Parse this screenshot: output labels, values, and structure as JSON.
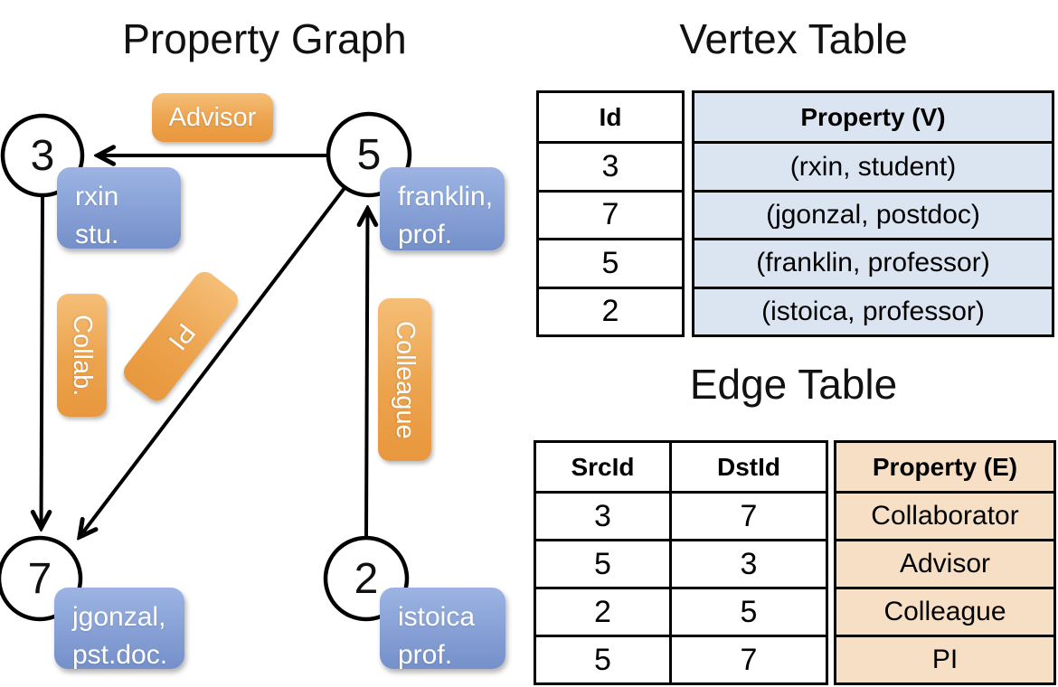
{
  "graph": {
    "title": "Property Graph",
    "nodes": {
      "n3": {
        "id": "3",
        "prop1": "rxin",
        "prop2": "stu."
      },
      "n5": {
        "id": "5",
        "prop1": "franklin,",
        "prop2": "prof."
      },
      "n7": {
        "id": "7",
        "prop1": "jgonzal,",
        "prop2": "pst.doc."
      },
      "n2": {
        "id": "2",
        "prop1": "istoica",
        "prop2": "prof."
      }
    },
    "edge_labels": {
      "advisor": "Advisor",
      "collab": "Collab.",
      "pi": "PI",
      "colleague": "Colleague"
    }
  },
  "vertex_table": {
    "title": "Vertex Table",
    "headers": {
      "id": "Id",
      "property": "Property (V)"
    },
    "rows": [
      {
        "id": "3",
        "property": "(rxin, student)"
      },
      {
        "id": "7",
        "property": "(jgonzal, postdoc)"
      },
      {
        "id": "5",
        "property": "(franklin, professor)"
      },
      {
        "id": "2",
        "property": "(istoica, professor)"
      }
    ]
  },
  "edge_table": {
    "title": "Edge Table",
    "headers": {
      "src": "SrcId",
      "dst": "DstId",
      "property": "Property (E)"
    },
    "rows": [
      {
        "src": "3",
        "dst": "7",
        "property": "Collaborator"
      },
      {
        "src": "5",
        "dst": "3",
        "property": "Advisor"
      },
      {
        "src": "2",
        "dst": "5",
        "property": "Colleague"
      },
      {
        "src": "5",
        "dst": "7",
        "property": "PI"
      }
    ]
  },
  "colors": {
    "edge_label_fill": "#efa64e",
    "vertex_box_fill": "#89a3d7",
    "vertex_table_fill": "#dbe4f1",
    "edge_table_fill": "#f6dfc4"
  }
}
